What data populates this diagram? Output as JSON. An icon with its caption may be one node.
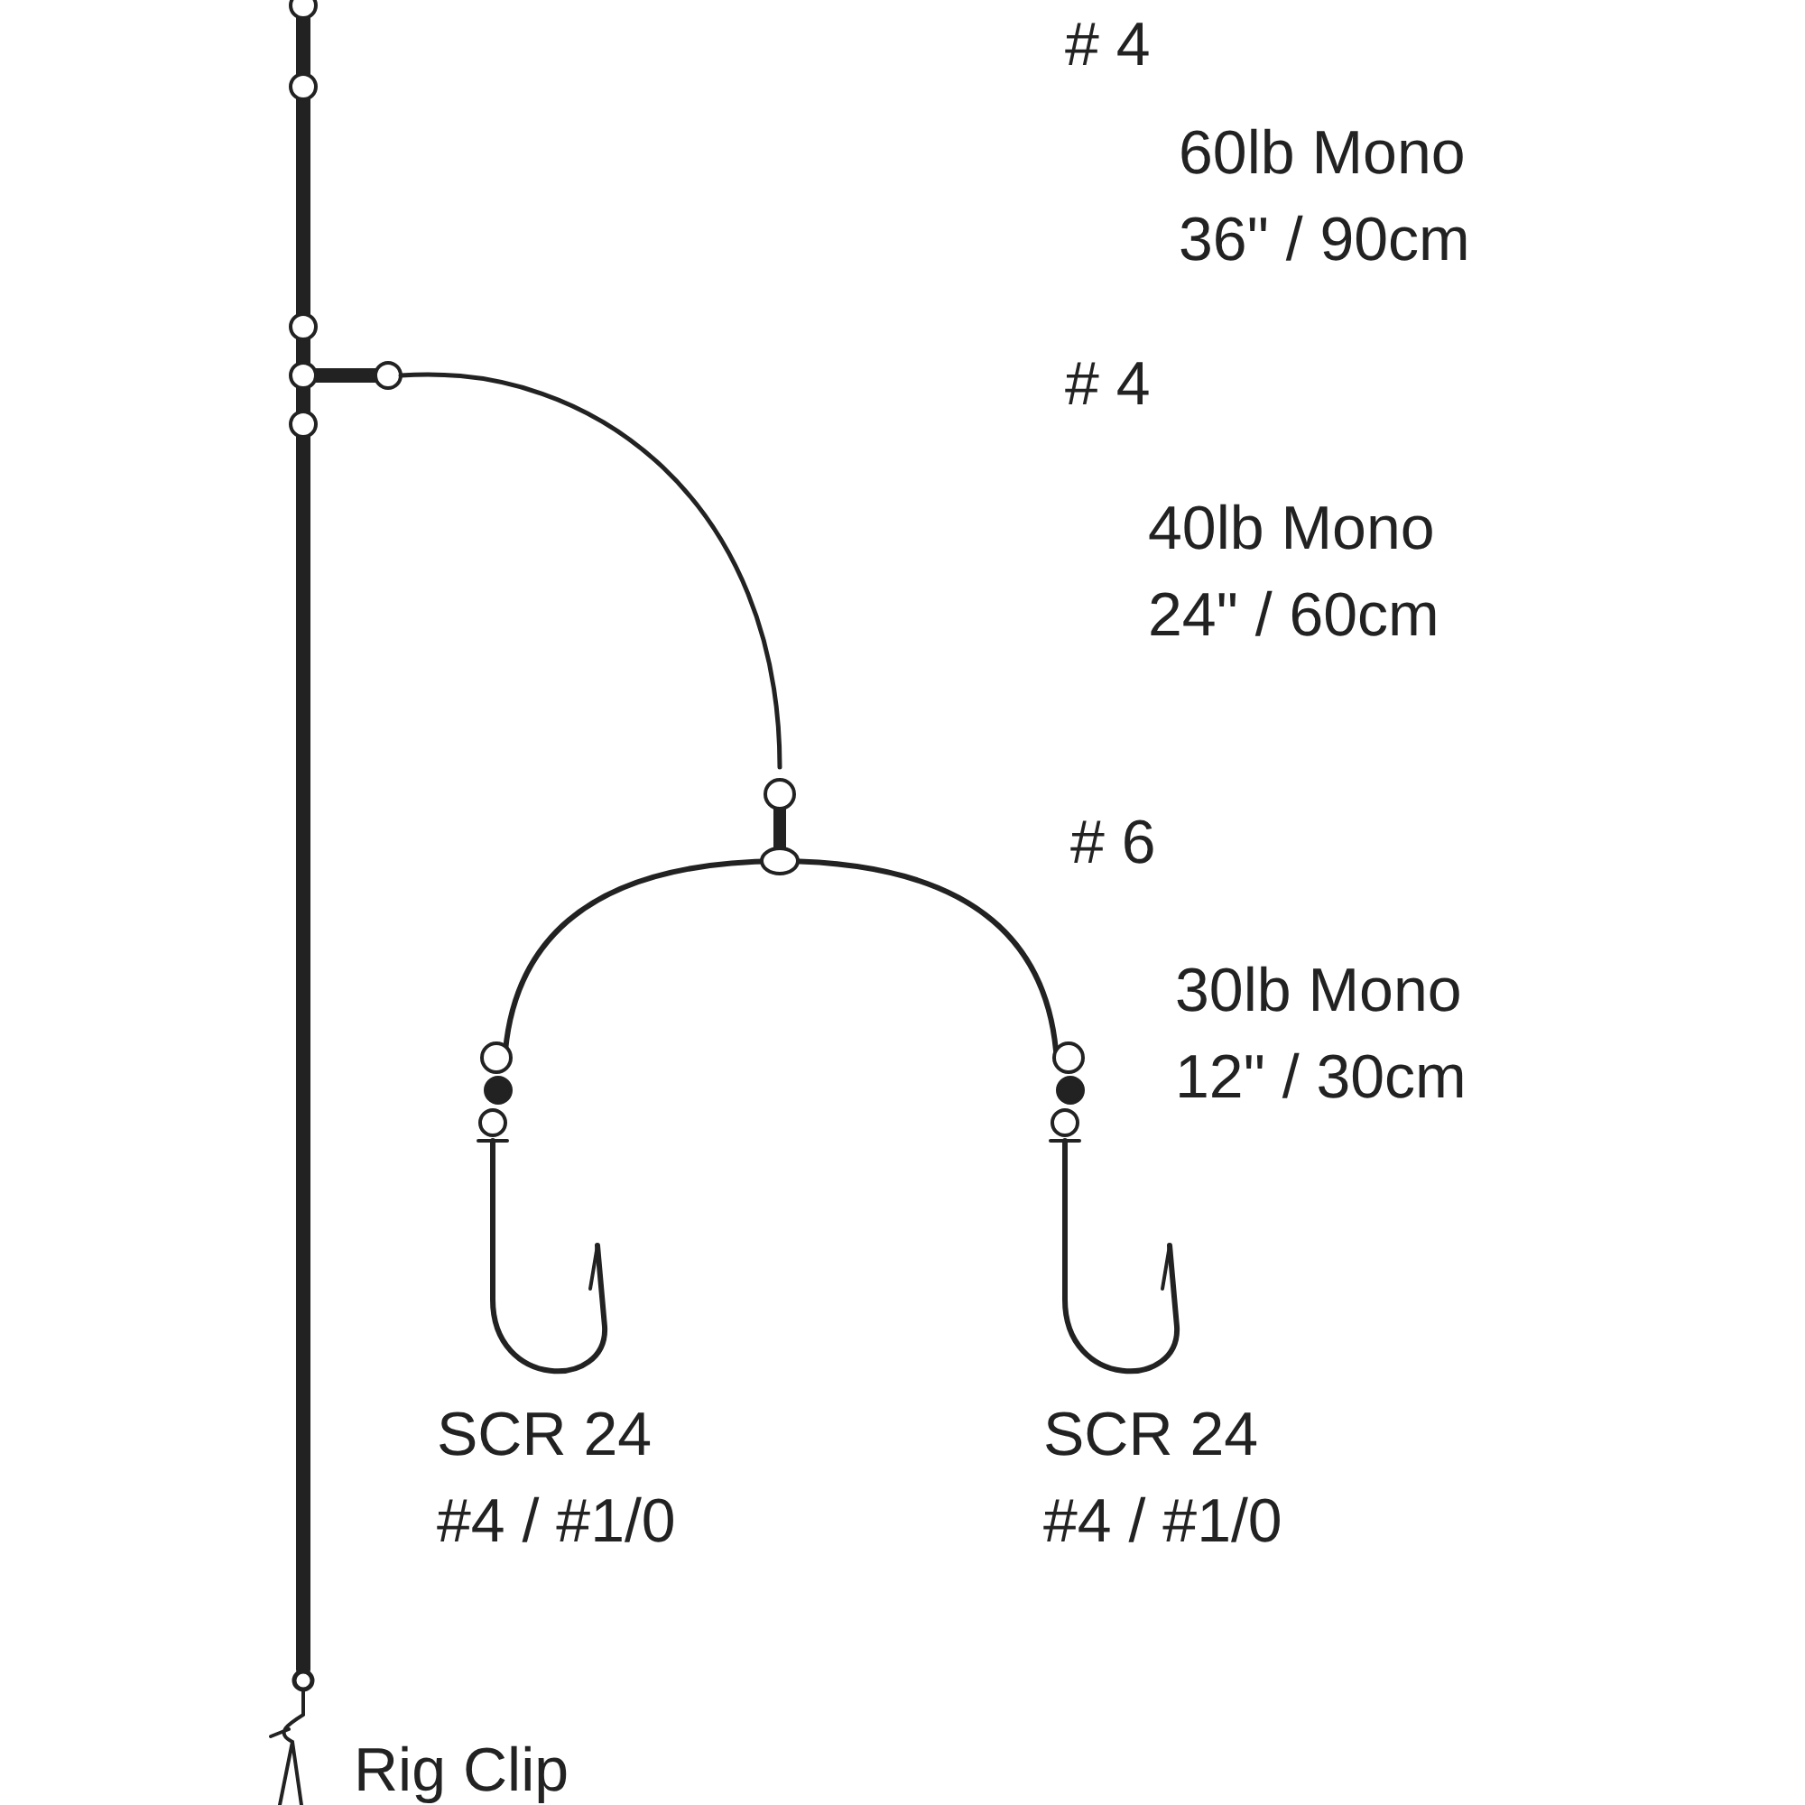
{
  "diagram": {
    "labels": [
      "# 4",
      "60lb Mono 36\" / 90cm",
      "# 4",
      "40lb Mono 24\" / 60cm",
      "# 6",
      "30lb Mono 12\" / 30cm",
      "SCR 24 #4 / #1/0",
      "SCR 24 #4 / #1/0",
      "Rig Clip"
    ]
  }
}
